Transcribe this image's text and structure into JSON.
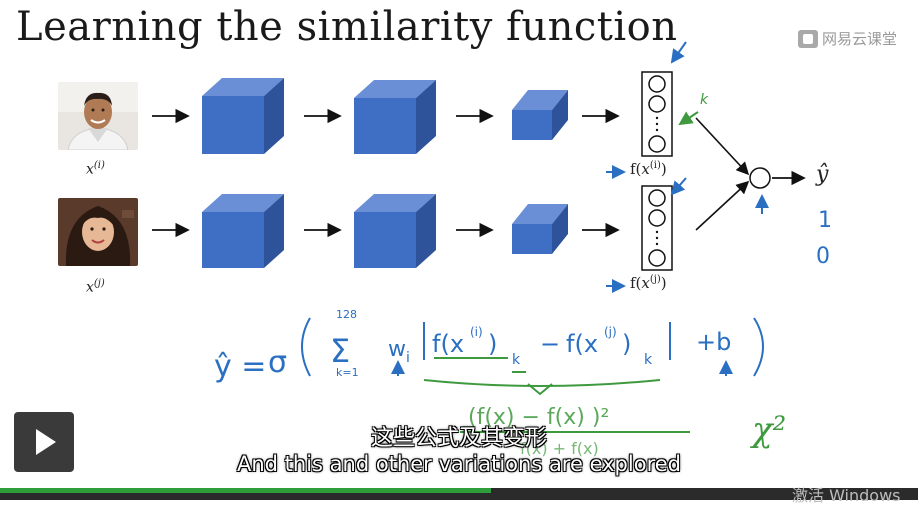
{
  "slide": {
    "title": "Learning the similarity function",
    "input_top_label": "x(i)",
    "input_bottom_label": "x(j)",
    "feature_top_label": "f(x(i))",
    "feature_bottom_label": "f(x(j))",
    "output_label": "ŷ"
  },
  "brand": {
    "name": "网易云课堂"
  },
  "annotations": {
    "k_mark": "k",
    "out_one": "1",
    "out_zero": "0",
    "chi_squared": "χ²",
    "formula_sum_upper": "128",
    "formula_sum_lower": "k=1"
  },
  "player": {
    "subtitle_cn": "这些公式及其变形",
    "subtitle_en": "And this and other variations are explored",
    "progress_fraction": 0.535,
    "watermark": "激活 Windows"
  },
  "colors": {
    "cube_front": "#3f6fc4",
    "cube_top": "#6a8fd6",
    "cube_side": "#2f539a",
    "ink_blue": "#2a6fc2",
    "ink_green": "#3f9a3f",
    "progress": "#2e9e3a"
  }
}
